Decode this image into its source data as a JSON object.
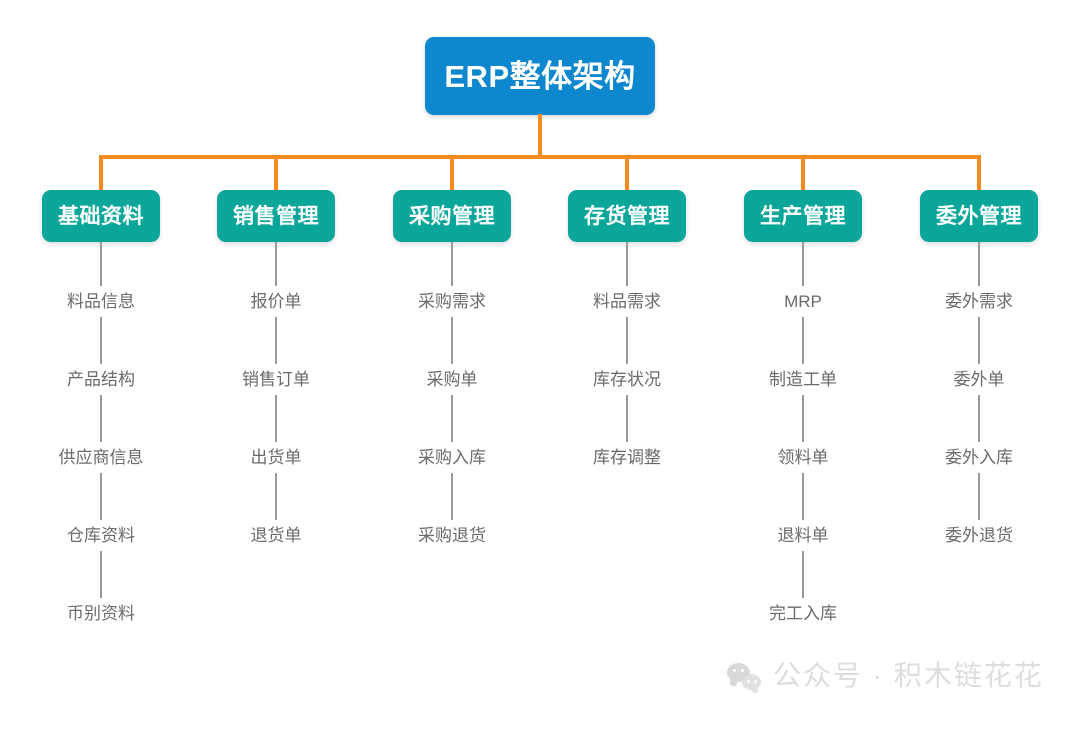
{
  "diagram": {
    "title": "ERP整体架构",
    "colors": {
      "root": "#0D88CE",
      "category": "#0BA69A",
      "connector_bus": "#F68B1F",
      "leaf_connector": "#9A9A9A",
      "leaf_text": "#6B6B6B",
      "background": "#FFFFFF"
    },
    "columns": [
      {
        "category": "基础资料",
        "items": [
          "料品信息",
          "产品结构",
          "供应商信息",
          "仓库资料",
          "币别资料"
        ]
      },
      {
        "category": "销售管理",
        "items": [
          "报价单",
          "销售订单",
          "出货单",
          "退货单"
        ]
      },
      {
        "category": "采购管理",
        "items": [
          "采购需求",
          "采购单",
          "采购入库",
          "采购退货"
        ]
      },
      {
        "category": "存货管理",
        "items": [
          "料品需求",
          "库存状况",
          "库存调整"
        ]
      },
      {
        "category": "生产管理",
        "items": [
          "MRP",
          "制造工单",
          "领料单",
          "退料单",
          "完工入库"
        ]
      },
      {
        "category": "委外管理",
        "items": [
          "委外需求",
          "委外单",
          "委外入库",
          "委外退货"
        ]
      }
    ]
  },
  "watermark": {
    "icon": "wechat-icon",
    "text": "公众号 · 积木链花花"
  }
}
